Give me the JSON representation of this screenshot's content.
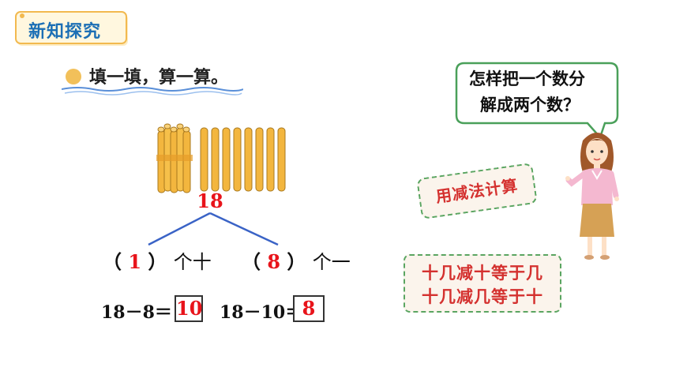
{
  "section_tag": {
    "label": "新知探究"
  },
  "instruction": {
    "text": "填一填，算一算。"
  },
  "problem": {
    "total": "18",
    "tens": {
      "open": "（",
      "answer": "1",
      "close": "）",
      "unit": "个十"
    },
    "ones": {
      "open": "（",
      "answer": "8",
      "close": "）",
      "unit": "个一"
    },
    "equation1": {
      "expression": "18－8＝",
      "answer": "10"
    },
    "equation2": {
      "expression": "18－10＝",
      "answer": "8"
    }
  },
  "speech_bubble": {
    "line1": "怎样把一个数分",
    "line2": "解成两个数？"
  },
  "stamp": {
    "label": "用减法计算"
  },
  "rules": {
    "line1": "十几减十等于几",
    "line2": "十几减几等于十"
  },
  "colors": {
    "answer": "#e8141b",
    "branch": "#3a63c6",
    "stick": "#f0b43a",
    "tag_text": "#1c6fb5"
  },
  "icons": {
    "teacher": "teacher-figure",
    "sticks": "counting-sticks-icon"
  }
}
